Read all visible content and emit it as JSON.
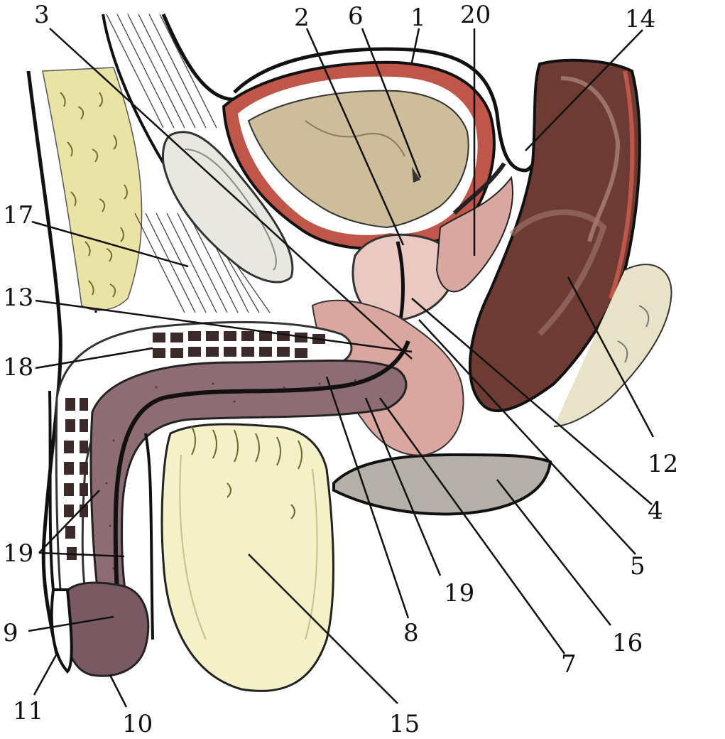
{
  "colors": {
    "background": "#ffffff",
    "outline": "#111111",
    "muscle_red": "#b8453c",
    "bladder_fill": "#cdbd9b",
    "rectum": "#6e3b34",
    "erectile_tissue": "#7a5a62",
    "spongy_tissue": "#8d6c73",
    "testis_fill": "#f4f1c8",
    "fat_yellow": "#e9e3a6",
    "bone": "#e8e8e0",
    "grey_region": "#b4afa9"
  },
  "labels": [
    {
      "id": "1",
      "text": "1"
    },
    {
      "id": "2",
      "text": "2"
    },
    {
      "id": "3",
      "text": "3"
    },
    {
      "id": "4",
      "text": "4"
    },
    {
      "id": "5",
      "text": "5"
    },
    {
      "id": "6",
      "text": "6"
    },
    {
      "id": "7",
      "text": "7"
    },
    {
      "id": "8",
      "text": "8"
    },
    {
      "id": "9",
      "text": "9"
    },
    {
      "id": "10",
      "text": "10"
    },
    {
      "id": "11",
      "text": "11"
    },
    {
      "id": "12",
      "text": "12"
    },
    {
      "id": "13",
      "text": "13"
    },
    {
      "id": "14",
      "text": "14"
    },
    {
      "id": "15",
      "text": "15"
    },
    {
      "id": "16",
      "text": "16"
    },
    {
      "id": "17",
      "text": "17"
    },
    {
      "id": "18",
      "text": "18"
    },
    {
      "id": "19a",
      "text": "19"
    },
    {
      "id": "19b",
      "text": "19"
    },
    {
      "id": "20",
      "text": "20"
    }
  ]
}
